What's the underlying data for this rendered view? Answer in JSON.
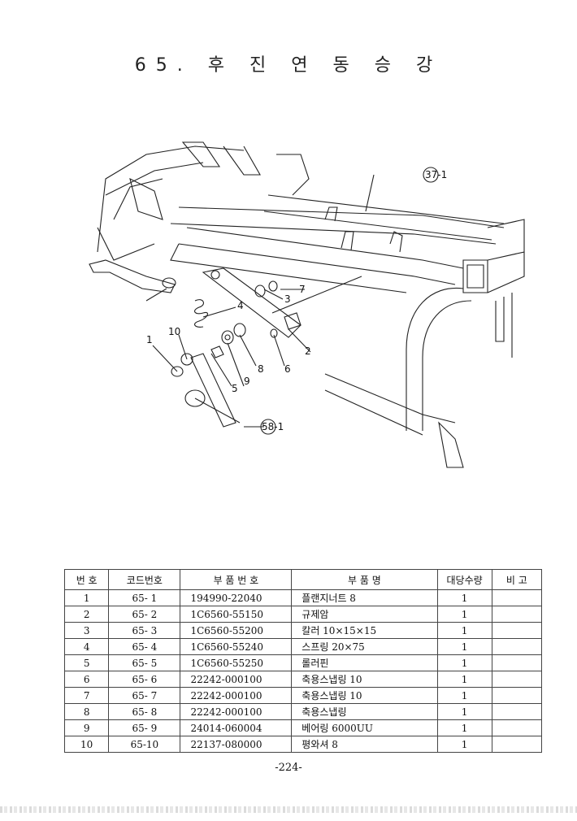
{
  "title": "65. 후 진 연 동 승 강",
  "callouts": {
    "c1": "1",
    "c2": "2",
    "c3": "3",
    "c4": "4",
    "c5": "5",
    "c6": "6",
    "c7": "7",
    "c8": "8",
    "c9": "9",
    "c10": "10",
    "ref37": "37-1",
    "ref58": "58-1"
  },
  "table": {
    "headers": {
      "no": "번 호",
      "code": "코드번호",
      "part_no": "부 품 번 호",
      "name": "부 품 명",
      "qty": "대당수량",
      "remarks": "비 고"
    },
    "rows": [
      {
        "no": "1",
        "code": "65- 1",
        "part_no": "194990-22040",
        "name": "플랜지너트 8",
        "qty": "1",
        "remarks": ""
      },
      {
        "no": "2",
        "code": "65- 2",
        "part_no": "1C6560-55150",
        "name": "규제암",
        "qty": "1",
        "remarks": ""
      },
      {
        "no": "3",
        "code": "65- 3",
        "part_no": "1C6560-55200",
        "name": "칼러 10×15×15",
        "qty": "1",
        "remarks": ""
      },
      {
        "no": "4",
        "code": "65- 4",
        "part_no": "1C6560-55240",
        "name": "스프링 20×75",
        "qty": "1",
        "remarks": ""
      },
      {
        "no": "5",
        "code": "65- 5",
        "part_no": "1C6560-55250",
        "name": "롤러핀",
        "qty": "1",
        "remarks": ""
      },
      {
        "no": "6",
        "code": "65- 6",
        "part_no": "22242-000100",
        "name": "축용스냅링 10",
        "qty": "1",
        "remarks": ""
      },
      {
        "no": "7",
        "code": "65- 7",
        "part_no": "22242-000100",
        "name": "축용스냅링 10",
        "qty": "1",
        "remarks": ""
      },
      {
        "no": "8",
        "code": "65- 8",
        "part_no": "22242-000100",
        "name": "축용스냅링",
        "qty": "1",
        "remarks": ""
      },
      {
        "no": "9",
        "code": "65- 9",
        "part_no": "24014-060004",
        "name": "베어링 6000UU",
        "qty": "1",
        "remarks": ""
      },
      {
        "no": "10",
        "code": "65-10",
        "part_no": "22137-080000",
        "name": "평와셔 8",
        "qty": "1",
        "remarks": ""
      }
    ]
  },
  "page_number": "-224-"
}
